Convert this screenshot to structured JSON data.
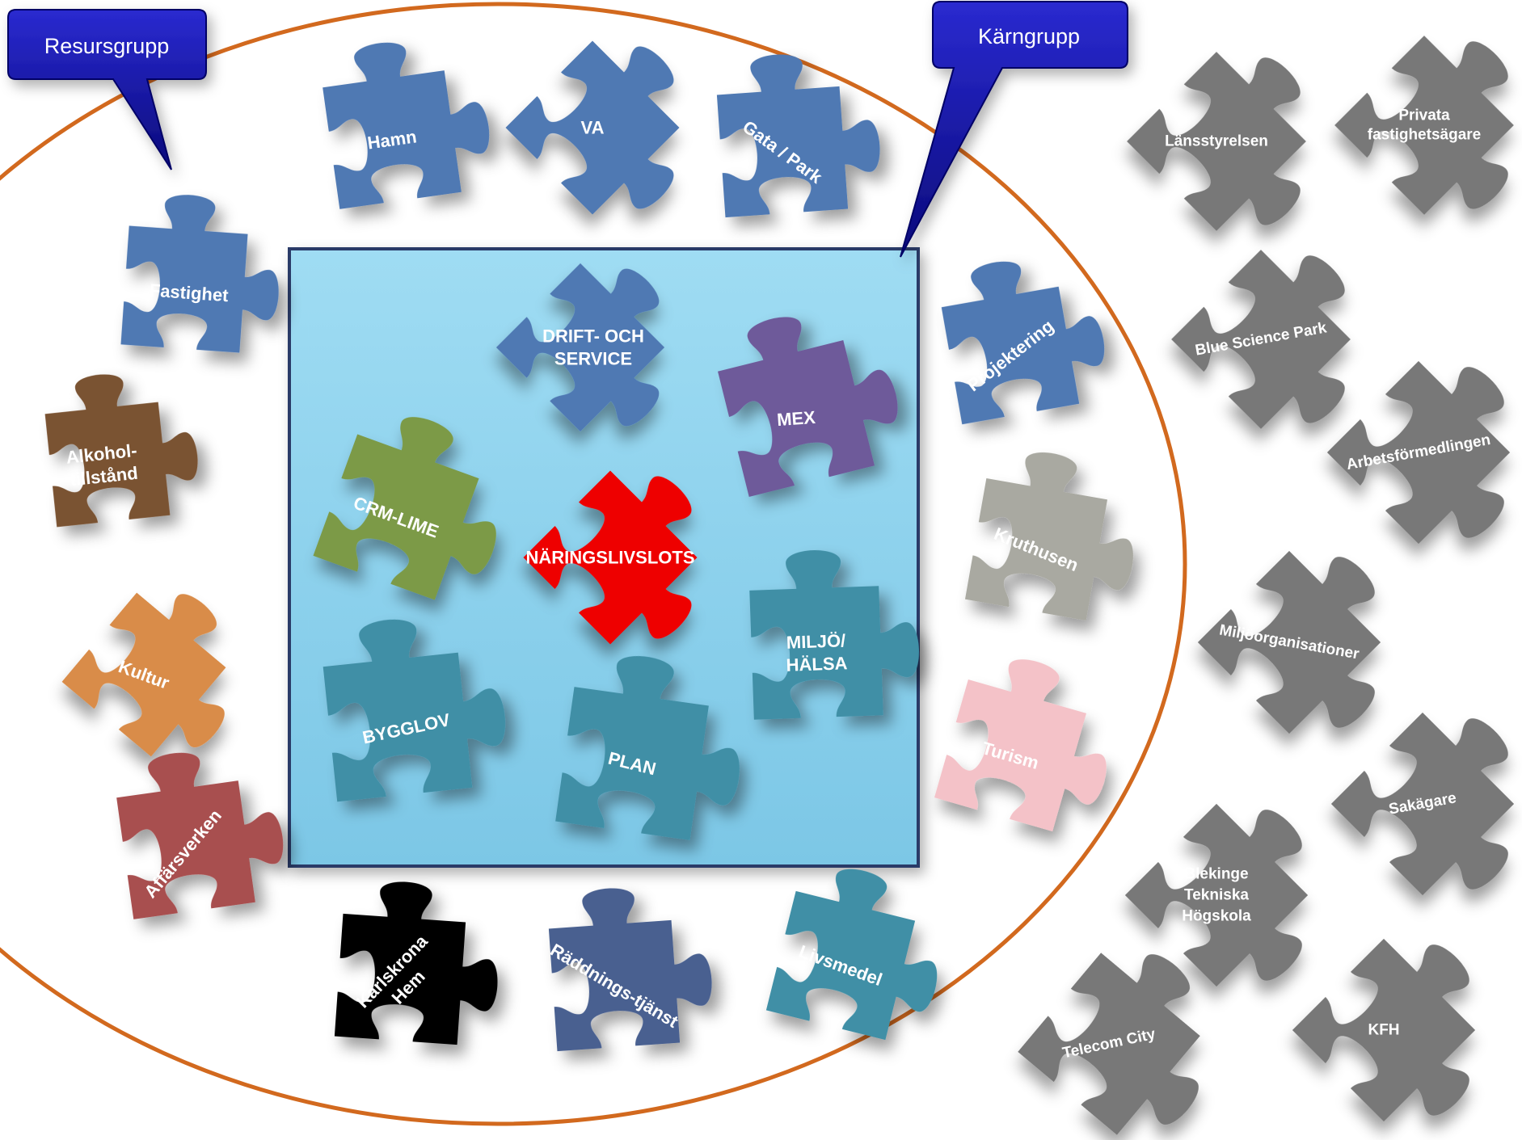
{
  "callouts": {
    "resource": {
      "label": "Resursgrupp",
      "color": "#1a1aa8"
    },
    "core": {
      "label": "Kärngrupp",
      "color": "#1a1aa8"
    }
  },
  "colors": {
    "circle": "#d2691e",
    "core_box_fill": "#87ceeb",
    "core_box_border": "#2b3a67",
    "blue": "#4f79b3",
    "teal": "#3f8fa6",
    "gray": "#787878",
    "red": "#ee0000",
    "purple": "#6e5a9a",
    "green": "#7c9a46"
  },
  "pieces": {
    "hamn": {
      "label": "Hamn",
      "color": "#4f79b3"
    },
    "va": {
      "label": "VA",
      "color": "#4f79b3"
    },
    "gata": {
      "label": "Gata / Park",
      "color": "#4f79b3"
    },
    "fastighet": {
      "label": "Fastighet",
      "color": "#4f79b3"
    },
    "alkohol": {
      "line1": "Alkohol-",
      "line2": "tillstånd",
      "color": "#7a5233"
    },
    "kultur": {
      "label": "Kultur",
      "color": "#d98c4a"
    },
    "affarsverken": {
      "label": "Affärsverken",
      "color": "#a84f4f"
    },
    "karlskrona": {
      "line1": "Karlskrona",
      "line2": "Hem",
      "color": "#000000"
    },
    "raddning": {
      "label": "Räddnings-tjänst",
      "color": "#4a6090"
    },
    "livsmedel": {
      "label": "Livsmedel",
      "color": "#3f8fa6"
    },
    "projektering": {
      "label": "Projektering",
      "color": "#4f79b3"
    },
    "kruthusen": {
      "label": "Kruthusen",
      "color": "#a9a9a1"
    },
    "turism": {
      "label": "Turism",
      "color": "#f4c2c8"
    },
    "drift": {
      "line1": "DRIFT- OCH",
      "line2": "SERVICE",
      "color": "#4f79b3"
    },
    "mex": {
      "label": "MEX",
      "color": "#6e5a9a"
    },
    "crm": {
      "label": "CRM-LIME",
      "color": "#7c9a46"
    },
    "naringsliv": {
      "label": "NÄRINGSLIVSLOTS",
      "color": "#ee0000"
    },
    "miljo": {
      "line1": "MILJÖ/",
      "line2": "HÄLSA",
      "color": "#3f8fa6"
    },
    "bygglov": {
      "label": "BYGGLOV",
      "color": "#3f8fa6"
    },
    "plan": {
      "label": "PLAN",
      "color": "#3f8fa6"
    },
    "lansstyrelsen": {
      "label": "Länsstyrelsen",
      "color": "#787878"
    },
    "privata": {
      "line1": "Privata",
      "line2": "fastighetsägare",
      "color": "#787878"
    },
    "bluescience": {
      "label": "Blue Science Park",
      "color": "#787878"
    },
    "arbetsformedlingen": {
      "label": "Arbetsförmedlingen",
      "color": "#787878"
    },
    "miljoorg": {
      "label": "Miljöorganisationer",
      "color": "#787878"
    },
    "sakagare": {
      "label": "Sakägare",
      "color": "#787878"
    },
    "bth": {
      "line1": "Blekinge",
      "line2": "Tekniska",
      "line3": "Högskola",
      "color": "#787878"
    },
    "telecom": {
      "label": "Telecom City",
      "color": "#787878"
    },
    "kfh": {
      "label": "KFH",
      "color": "#787878"
    }
  }
}
